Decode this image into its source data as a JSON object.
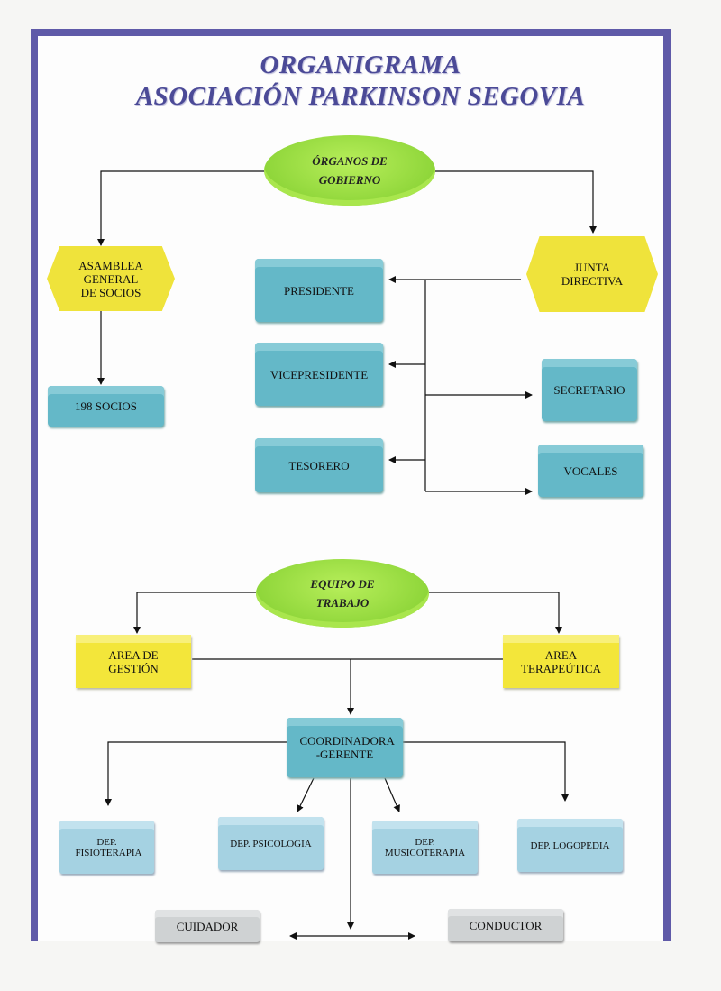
{
  "title": {
    "line1": "ORGANIGRAMA",
    "line2": "ASOCIACIÓN PARKINSON SEGOVIA"
  },
  "nodes": {
    "organos": "ÓRGANOS DE GOBIERNO",
    "asamblea": "ASAMBLEA GENERAL DE SOCIOS",
    "socios": "198 SOCIOS",
    "junta": "JUNTA DIRECTIVA",
    "presidente": "PRESIDENTE",
    "vicepresidente": "VICEPRESIDENTE",
    "tesorero": "TESORERO",
    "secretario": "SECRETARIO",
    "vocales": "VOCALES",
    "equipo": "EQUIPO DE TRABAJO",
    "gestion": "AREA DE GESTIÓN",
    "terapeutica": "AREA TERAPEÚTICA",
    "coordinadora": "COORDINADORA -GERENTE",
    "fisioterapia": "DEP. FISIOTERAPIA",
    "psicologia": "DEP. PSICOLOGIA",
    "musicoterapia": "DEP. MUSICOTERAPIA",
    "logopedia": "DEP. LOGOPEDIA",
    "cuidador": "CUIDADOR",
    "conductor": "CONDUCTOR"
  },
  "colors": {
    "frame": "#5f5aa8",
    "title": "#4b4a97",
    "green": "#8fd63a",
    "yellow": "#f3e63a",
    "teal": "#64b8c8",
    "light_teal": "#a5d2e2",
    "grey": "#cfd2d3"
  }
}
